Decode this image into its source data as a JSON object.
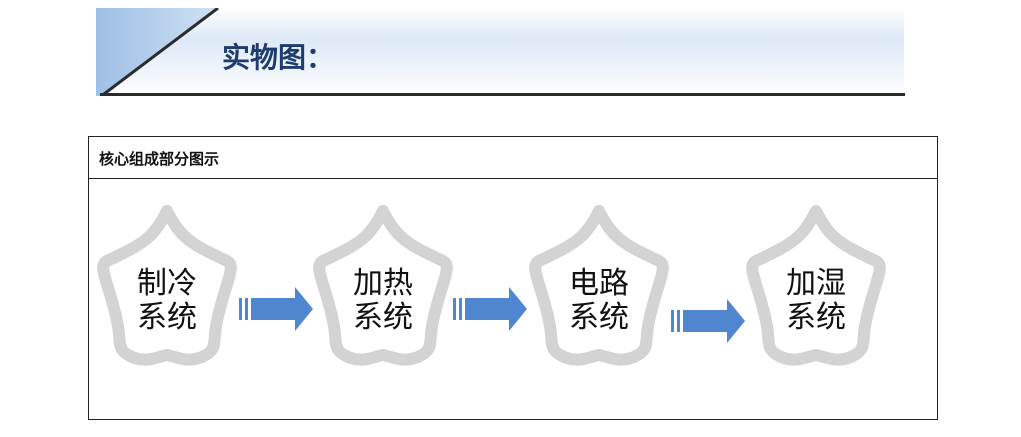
{
  "header": {
    "title": "实物图："
  },
  "panel": {
    "title": "核心组成部分图示"
  },
  "steps": [
    {
      "line1": "制冷",
      "line2": "系统"
    },
    {
      "line1": "加热",
      "line2": "系统"
    },
    {
      "line1": "电路",
      "line2": "系统"
    },
    {
      "line1": "加湿",
      "line2": "系统"
    }
  ],
  "colors": {
    "star_outline": "#d3d3d3",
    "arrow": "#4f86cf",
    "title_text": "#1f3c6e"
  }
}
